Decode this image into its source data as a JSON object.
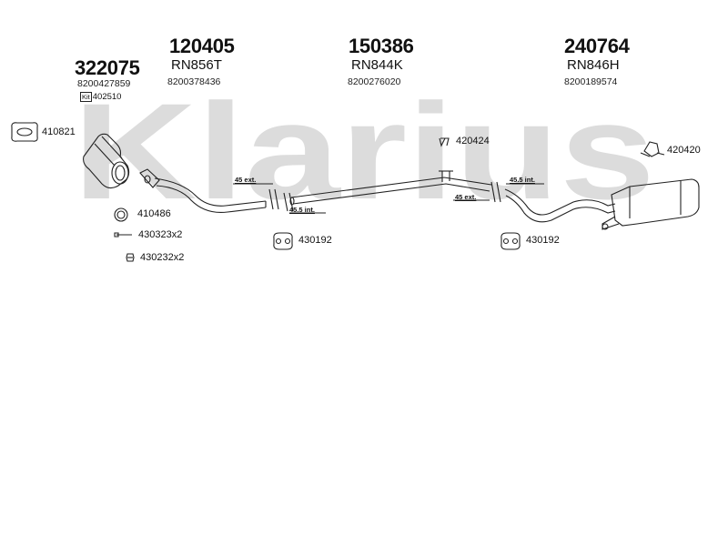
{
  "watermark": {
    "text": "Klarius",
    "color": "#dcdcdc"
  },
  "groups": [
    {
      "code": "322075",
      "oem": "8200427859"
    },
    {
      "code": "120405",
      "ref": "RN856T",
      "oem": "8200378436"
    },
    {
      "code": "150386",
      "ref": "RN844K",
      "oem": "8200276020"
    },
    {
      "code": "240764",
      "ref": "RN846H",
      "oem": "8200189574"
    }
  ],
  "kit": {
    "tag": "Kit",
    "number": "402510"
  },
  "parts": {
    "gasket_left": "410821",
    "ring": "410486",
    "bolt": "430323x2",
    "nut": "430232x2",
    "mount_center": "430192",
    "mount_right": "430192",
    "clamp_center": "420424",
    "clamp_right": "420420"
  },
  "dimensions": {
    "left_ext": "45 ext.",
    "left_int": "45.5 int.",
    "right_int": "45.5 int.",
    "right_ext": "45 ext."
  }
}
